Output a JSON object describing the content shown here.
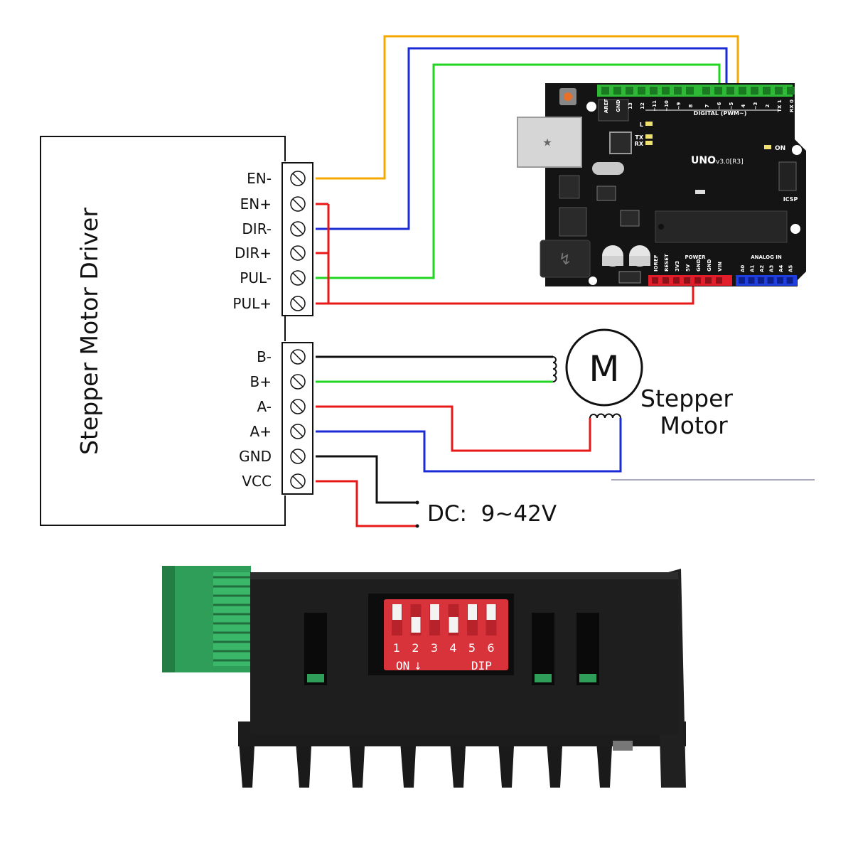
{
  "driver": {
    "title": "Stepper Motor Driver",
    "control_terminals": [
      "EN-",
      "EN+",
      "DIR-",
      "DIR+",
      "PUL-",
      "PUL+"
    ],
    "power_terminals": [
      "B-",
      "B+",
      "A-",
      "A+",
      "GND",
      "VCC"
    ]
  },
  "motor": {
    "symbol": "M",
    "label_line1": "Stepper",
    "label_line2": "Motor"
  },
  "power_supply": {
    "label": "DC:  9~42V"
  },
  "arduino": {
    "board_name": "UNO",
    "board_version": "v3.0[R3]",
    "on_label": "ON",
    "icsp_label": "ICSP",
    "digital_header_label": "DIGITAL (PWM~)",
    "digital_pins": [
      "AREF",
      "GND",
      "13",
      "12",
      "~11",
      "~10",
      "~9",
      "8",
      "7",
      "~6",
      "~5",
      "4",
      "~3",
      "2",
      "TX 1",
      "RX 0"
    ],
    "led_labels": [
      "L",
      "TX",
      "RX"
    ],
    "power_header_label": "POWER",
    "power_pins": [
      "IOREF",
      "RESET",
      "3V3",
      "5V",
      "GND",
      "GND",
      "VIN"
    ],
    "analog_header_label": "ANALOG IN",
    "analog_pins": [
      "A0",
      "A1",
      "A2",
      "A3",
      "A4",
      "A5"
    ]
  },
  "device_photo": {
    "dip_numbers": [
      "1",
      "2",
      "3",
      "4",
      "5",
      "6"
    ],
    "dip_on_label": "ON",
    "dip_brand_label": "DIP"
  },
  "colors": {
    "en_wire": "#f5a800",
    "dir_wire": "#1a2bd6",
    "pul_wire": "#22d422",
    "plus_wire": "#e81818",
    "coil_b_minus": "#111111",
    "coil_b_plus": "#22d422",
    "coil_a_minus": "#e81818",
    "coil_a_plus": "#1a2bd6",
    "gnd_wire": "#111111",
    "vcc_wire": "#e81818",
    "board": "#141414",
    "dip_switch": "#d8333b",
    "terminal_block": "#2e9e58"
  }
}
